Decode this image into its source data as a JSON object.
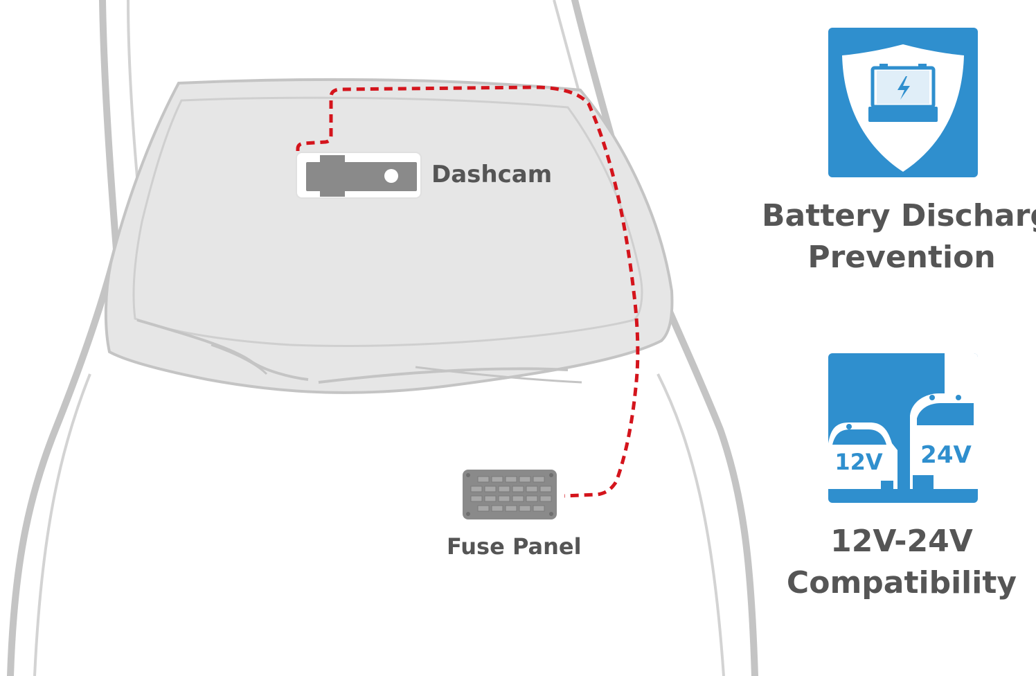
{
  "labels": {
    "dashcam": "Dashcam",
    "fuse_panel": "Fuse Panel"
  },
  "features": [
    {
      "line1": "Battery Discharge",
      "line2": "Prevention",
      "icon": "battery-shield-icon"
    },
    {
      "line1": "12V-24V",
      "line2": "Compatibility",
      "icon": "car-truck-voltage-icon",
      "badge_car": "12V",
      "badge_truck": "24V"
    }
  ],
  "colors": {
    "accent_blue": "#2f8fce",
    "wire_red": "#d4141c",
    "car_outline": "#c4c4c4",
    "windshield_fill": "#e6e6e6",
    "device_gray": "#8a8a8a",
    "text_gray": "#555555"
  }
}
